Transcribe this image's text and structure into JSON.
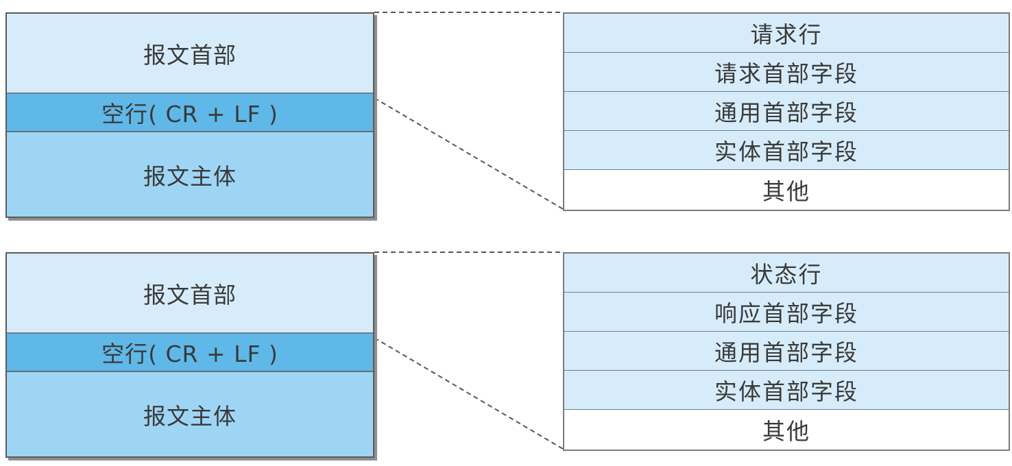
{
  "request": {
    "message": {
      "header": "报文首部",
      "blank_line": "空行( CR + LF )",
      "body": "报文主体"
    },
    "fields": [
      "请求行",
      "请求首部字段",
      "通用首部字段",
      "实体首部字段",
      "其他"
    ]
  },
  "response": {
    "message": {
      "header": "报文首部",
      "blank_line": "空行( CR + LF )",
      "body": "报文主体"
    },
    "fields": [
      "状态行",
      "响应首部字段",
      "通用首部字段",
      "实体首部字段",
      "其他"
    ]
  },
  "colors": {
    "header_fill": "#d6ecfa",
    "blank_line_fill": "#5fb8e8",
    "body_fill": "#9fd5f4",
    "other_fill": "#ffffff",
    "border": "#5a5a5a"
  }
}
